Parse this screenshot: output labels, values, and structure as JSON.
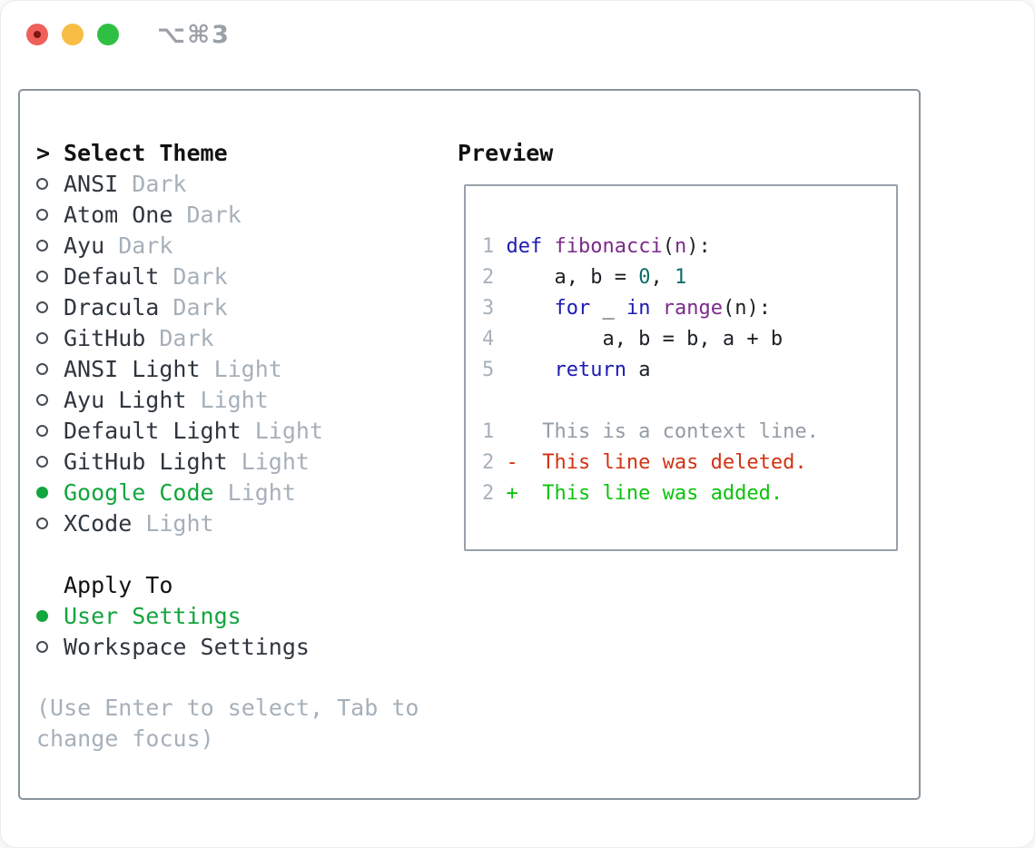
{
  "window": {
    "shortcut": "⌥⌘3"
  },
  "colors": {
    "accent_green": "#13a53e",
    "muted_gray": "#a6b0ba",
    "text_dark": "#2f363e",
    "panel_border": "#8a939d",
    "traffic_red": "#f0605a",
    "traffic_yellow": "#f7bd45",
    "traffic_green": "#2fc043",
    "code_keyword": "#1b1bb3",
    "code_type": "#7b2a8a",
    "code_literal": "#0d6c6c",
    "diff_deleted": "#d23313",
    "diff_added": "#0cc40c"
  },
  "select_theme": {
    "prompt": ">",
    "title": "Select Theme",
    "items": [
      {
        "name": "ANSI",
        "variant": "Dark",
        "selected": false
      },
      {
        "name": "Atom One",
        "variant": "Dark",
        "selected": false
      },
      {
        "name": "Ayu",
        "variant": "Dark",
        "selected": false
      },
      {
        "name": "Default",
        "variant": "Dark",
        "selected": false
      },
      {
        "name": "Dracula",
        "variant": "Dark",
        "selected": false
      },
      {
        "name": "GitHub",
        "variant": "Dark",
        "selected": false
      },
      {
        "name": "ANSI Light",
        "variant": "Light",
        "selected": false
      },
      {
        "name": "Ayu Light",
        "variant": "Light",
        "selected": false
      },
      {
        "name": "Default Light",
        "variant": "Light",
        "selected": false
      },
      {
        "name": "GitHub Light",
        "variant": "Light",
        "selected": false
      },
      {
        "name": "Google Code",
        "variant": "Light",
        "selected": true
      },
      {
        "name": "XCode",
        "variant": "Light",
        "selected": false
      }
    ]
  },
  "apply_to": {
    "title": "Apply To",
    "options": [
      {
        "name": "User Settings",
        "selected": true
      },
      {
        "name": "Workspace Settings",
        "selected": false
      }
    ]
  },
  "hint": "(Use Enter to select, Tab to change focus)",
  "preview": {
    "title": "Preview",
    "code_lines": [
      {
        "num": "1",
        "tokens": [
          {
            "c": "kwd",
            "t": "def"
          },
          {
            "c": "pln",
            "t": " "
          },
          {
            "c": "typ",
            "t": "fibonacci"
          },
          {
            "c": "pun",
            "t": "("
          },
          {
            "c": "typ",
            "t": "n"
          },
          {
            "c": "pun",
            "t": "):"
          }
        ]
      },
      {
        "num": "2",
        "tokens": [
          {
            "c": "pln",
            "t": "    a, b = "
          },
          {
            "c": "lit",
            "t": "0"
          },
          {
            "c": "pln",
            "t": ", "
          },
          {
            "c": "lit",
            "t": "1"
          }
        ]
      },
      {
        "num": "3",
        "tokens": [
          {
            "c": "pln",
            "t": "    "
          },
          {
            "c": "kwd",
            "t": "for"
          },
          {
            "c": "pln",
            "t": " _ "
          },
          {
            "c": "kwd",
            "t": "in"
          },
          {
            "c": "pln",
            "t": " "
          },
          {
            "c": "typ",
            "t": "range"
          },
          {
            "c": "pun",
            "t": "("
          },
          {
            "c": "pln",
            "t": "n"
          },
          {
            "c": "pun",
            "t": "):"
          }
        ]
      },
      {
        "num": "4",
        "tokens": [
          {
            "c": "pln",
            "t": "        a, b = b, a + b"
          }
        ]
      },
      {
        "num": "5",
        "tokens": [
          {
            "c": "pln",
            "t": "    "
          },
          {
            "c": "kwd",
            "t": "return"
          },
          {
            "c": "pln",
            "t": " a"
          }
        ]
      }
    ],
    "diff_lines": [
      {
        "num": "1",
        "c": "ctx",
        "t": "   This is a context line."
      },
      {
        "num": "2",
        "c": "del",
        "t": "-  This line was deleted."
      },
      {
        "num": "2",
        "c": "add",
        "t": "+  This line was added."
      }
    ]
  }
}
